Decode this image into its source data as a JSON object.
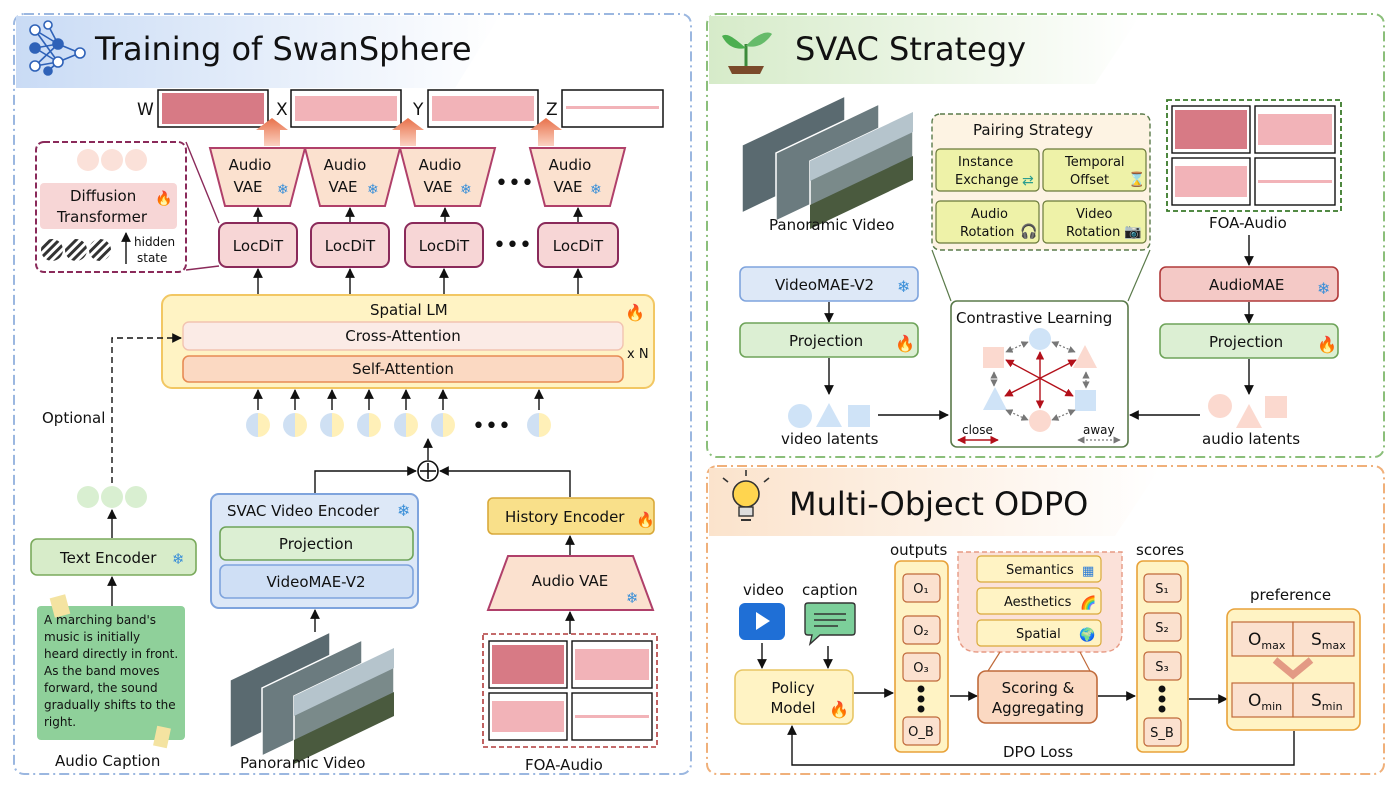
{
  "panel_training": {
    "title": "Training of SwanSphere",
    "channels": [
      "W",
      "X",
      "Y",
      "Z"
    ],
    "audio_vae_line1": "Audio",
    "audio_vae_line2": "VAE",
    "locdit": "LocDiT",
    "diffusion_line1": "Diffusion",
    "diffusion_line2": "Transformer",
    "hidden_line1": "hidden",
    "hidden_line2": "state",
    "spatial_lm": "Spatial LM",
    "cross_attention": "Cross-Attention",
    "self_attention": "Self-Attention",
    "repeat": "x N",
    "optional": "Optional",
    "text_encoder": "Text Encoder",
    "caption_lines": [
      "A marching band's",
      "music is initially",
      "heard directly in front.",
      "As the band moves",
      "forward, the sound",
      "gradually shifts to the",
      "right."
    ],
    "audio_caption": "Audio Caption",
    "svac_video_encoder": "SVAC Video Encoder",
    "projection": "Projection",
    "videomae": "VideoMAE-V2",
    "panoramic_video": "Panoramic Video",
    "history_encoder": "History Encoder",
    "audio_vae": "Audio VAE",
    "foa_audio": "FOA-Audio",
    "ellipsis": "•••"
  },
  "panel_svac": {
    "title": "SVAC Strategy",
    "panoramic_video": "Panoramic Video",
    "videomae": "VideoMAE-V2",
    "projection_left": "Projection",
    "video_latents": "video latents",
    "pairing_strategy": "Pairing Strategy",
    "instance_line1": "Instance",
    "instance_line2": "Exchange",
    "temporal_line1": "Temporal",
    "temporal_line2": "Offset",
    "audio_rot_line1": "Audio",
    "audio_rot_line2": "Rotation",
    "video_rot_line1": "Video",
    "video_rot_line2": "Rotation",
    "contrastive": "Contrastive Learning",
    "close": "close",
    "away": "away",
    "foa_audio": "FOA-Audio",
    "audiomae": "AudioMAE",
    "projection_right": "Projection",
    "audio_latents": "audio latents"
  },
  "panel_odpo": {
    "title": "Multi-Object ODPO",
    "video": "video",
    "caption": "caption",
    "policy_line1": "Policy",
    "policy_line2": "Model",
    "outputs": "outputs",
    "output_items": [
      "O₁",
      "O₂",
      "O₃",
      "O_B"
    ],
    "semantics": "Semantics",
    "aesthetics": "Aesthetics",
    "spatial": "Spatial",
    "scoring_line1": "Scoring &",
    "scoring_line2": "Aggregating",
    "scores": "scores",
    "score_items": [
      "S₁",
      "S₂",
      "S₃",
      "S_B"
    ],
    "preference": "preference",
    "o_max": "O",
    "o_max_sub": "max",
    "s_max": "S",
    "s_max_sub": "max",
    "o_min": "O",
    "o_min_sub": "min",
    "s_min": "S",
    "s_min_sub": "min",
    "dpo_loss": "DPO Loss"
  },
  "colors": {
    "blue_border": "#9bb7e0",
    "green_border": "#8bbf7a",
    "orange_border": "#f0b07a",
    "pink_fill": "#f7d6d6",
    "pink_border": "#b0406a",
    "green_fill": "#dcefd3",
    "blue_fill": "#dde8f7",
    "yellow_fill": "#fff3c4",
    "orange_fill": "#fbe1cf"
  }
}
